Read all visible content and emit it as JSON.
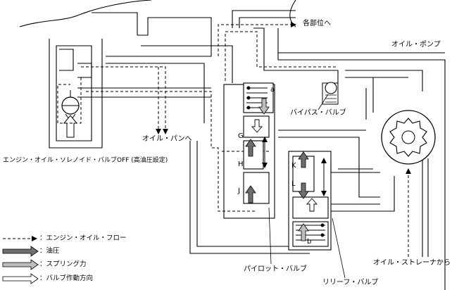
{
  "labels": {
    "to_each_part": "各部位へ",
    "oil_pump": "オイル・ポンプ",
    "bypass_valve": "バイパス・バルブ",
    "to_oil_pan": "オイル・パンへ",
    "solenoid_caption": "エンジン・オイル・ソレノイド・バルブOFF (高油圧設定)",
    "from_strainer": "オイル・ストレーナから",
    "pilot_valve": "パイロット・バルブ",
    "relief_valve": "リリーフ・バルブ",
    "port_a": "a",
    "port_b": "b",
    "port_G": "G",
    "port_H": "H",
    "port_J": "J",
    "port_K": "K",
    "port_L": "L"
  },
  "legend": [
    {
      "key": "engine_oil_flow",
      "text": "：エンジン・オイル・フロー"
    },
    {
      "key": "hydraulic_pressure",
      "text": "：油圧"
    },
    {
      "key": "spring_force",
      "text": "：スプリング力"
    },
    {
      "key": "valve_direction",
      "text": "：バルブ作動方向"
    }
  ],
  "colors": {
    "line": "#000000",
    "pressure_arrow": "#6e6e6e",
    "spring_arrow": "#bdbdbd",
    "background": "#ffffff"
  }
}
